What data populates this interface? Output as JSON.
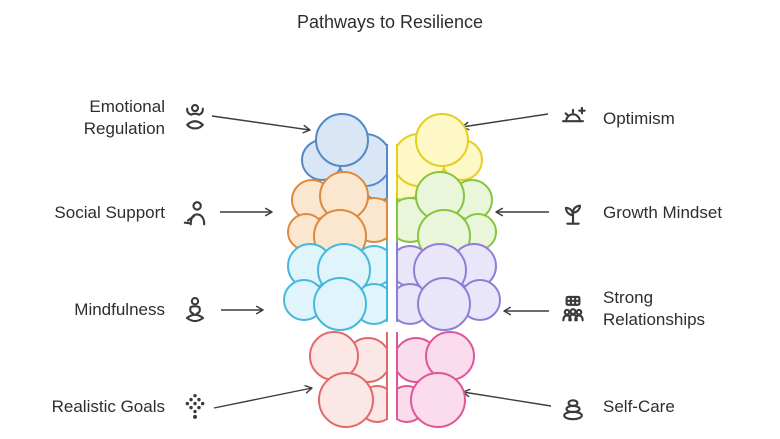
{
  "title": "Pathways to Resilience",
  "pathways": [
    {
      "label": "Emotional\nRegulation",
      "side": "left",
      "icon": "meditation-icon"
    },
    {
      "label": "Social Support",
      "side": "left",
      "icon": "person-icon"
    },
    {
      "label": "Mindfulness",
      "side": "left",
      "icon": "sitting-person-icon"
    },
    {
      "label": "Realistic Goals",
      "side": "left",
      "icon": "dots-cluster-icon"
    },
    {
      "label": "Optimism",
      "side": "right",
      "icon": "sunrise-icon"
    },
    {
      "label": "Growth Mindset",
      "side": "right",
      "icon": "sprout-icon"
    },
    {
      "label": "Strong\nRelationships",
      "side": "right",
      "icon": "people-group-icon"
    },
    {
      "label": "Self-Care",
      "side": "right",
      "icon": "zen-stones-icon"
    }
  ],
  "brain": {
    "left": [
      {
        "name": "frontal-left",
        "fill": "#d9e6f5",
        "stroke": "#5488c7"
      },
      {
        "name": "temporal-left",
        "fill": "#fbe7d0",
        "stroke": "#dd8a3f"
      },
      {
        "name": "parietal-left",
        "fill": "#e0f4fb",
        "stroke": "#45b8dc"
      },
      {
        "name": "occipital-left",
        "fill": "#fce7e7",
        "stroke": "#e26969"
      }
    ],
    "right": [
      {
        "name": "frontal-right",
        "fill": "#fdf8c5",
        "stroke": "#e3cf1e"
      },
      {
        "name": "temporal-right",
        "fill": "#eaf6da",
        "stroke": "#87c540"
      },
      {
        "name": "parietal-right",
        "fill": "#eae6f9",
        "stroke": "#8f7ed8"
      },
      {
        "name": "occipital-right",
        "fill": "#fbdced",
        "stroke": "#e0559a"
      }
    ]
  },
  "arrow_color": "#3c3c3c"
}
